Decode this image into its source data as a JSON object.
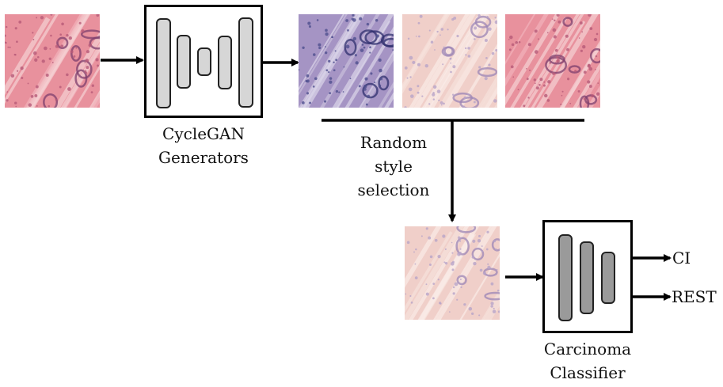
{
  "generator": {
    "caption_line1": "CycleGAN",
    "caption_line2": "Generators"
  },
  "selection": {
    "line1": "Random",
    "line2": "style",
    "line3": "selection"
  },
  "classifier": {
    "caption_line1": "Carcinoma",
    "caption_line2": "Classifier"
  },
  "outputs": {
    "class_a": "CI",
    "class_b": "REST"
  },
  "colors": {
    "he_pink": "#e68a97",
    "he_stain_purple": "#8f79ad",
    "light_stain": "#ecc9c6",
    "generator_bar": "#d6d6d6",
    "classifier_bar": "#9a9a9a"
  },
  "tiles": [
    {
      "name": "input-histology-tile",
      "style": "he_pink"
    },
    {
      "name": "style-tile-purple",
      "style": "he_stain_purple"
    },
    {
      "name": "style-tile-light",
      "style": "light_stain"
    },
    {
      "name": "style-tile-pink",
      "style": "he_pink"
    },
    {
      "name": "selected-style-tile",
      "style": "light_stain"
    }
  ]
}
